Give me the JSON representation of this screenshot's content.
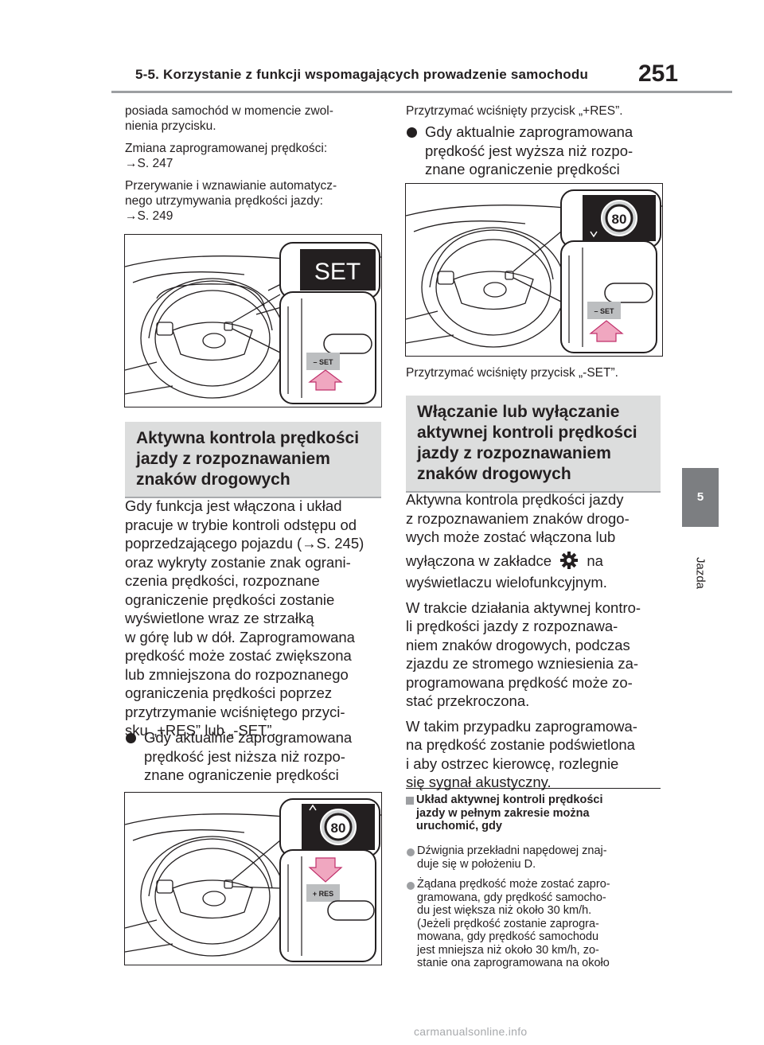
{
  "header": {
    "section_title": "5-5. Korzystanie z funkcji wspomagających prowadzenie samochodu",
    "page_number": "251"
  },
  "side_tab": {
    "number": "5",
    "label": "Jazda"
  },
  "left": {
    "p1": "posiada samochód w momencie zwol-",
    "p1b": "nienia przycisku.",
    "p2a": "Zmiana zaprogramowanej prędkości:",
    "p2b": "→S. 247",
    "p3a": "Przerywanie i wznawianie automatycz-",
    "p3b": "nego utrzymywania prędkości jazdy:",
    "p3c": "→S. 249",
    "fig1_label": "SET",
    "fig1_button": "– SET",
    "heading1": [
      "Aktywna kontrola prędkości",
      "jazdy z rozpoznawaniem",
      "znaków drogowych"
    ],
    "body1": [
      "Gdy funkcja jest włączona i układ",
      "pracuje w trybie kontroli odstępu od",
      "poprzedzającego pojazdu (→S. 245)",
      "oraz wykryty zostanie znak ograni-",
      "czenia prędkości, rozpoznane",
      "ograniczenie prędkości zostanie",
      "wyświetlone wraz ze strzałką",
      "w górę lub w dół. Zaprogramowana",
      "prędkość może zostać zwiększona",
      "lub zmniejszona do rozpoznanego",
      "ograniczenia prędkości poprzez",
      "przytrzymanie wciśniętego przyci-",
      "sku „+RES” lub „-SET”."
    ],
    "bullet1": [
      "Gdy aktualnie zaprogramowana",
      "prędkość jest niższa niż rozpo-",
      "znane ograniczenie prędkości"
    ],
    "fig2_speed": "80",
    "fig2_button": "+ RES"
  },
  "right": {
    "caption1": "Przytrzymać wciśnięty przycisk „+RES”.",
    "bullet2": [
      "Gdy aktualnie zaprogramowana",
      "prędkość jest wyższa niż rozpo-",
      "znane ograniczenie prędkości"
    ],
    "fig3_speed": "80",
    "fig3_button": "– SET",
    "caption2": "Przytrzymać wciśnięty przycisk „-SET”.",
    "heading2": [
      "Włączanie lub wyłączanie",
      "aktywnej kontroli prędkości",
      "jazdy z rozpoznawaniem",
      "znaków drogowych"
    ],
    "body2a": [
      "Aktywna kontrola prędkości jazdy",
      "z rozpoznawaniem znaków drogo-",
      "wych może zostać włączona lub"
    ],
    "body2b_pre": "wyłączona w zakładce",
    "body2b_post": "na",
    "body2c": "wyświetlaczu wielofunkcyjnym.",
    "body3": [
      "W trakcie działania aktywnej kontro-",
      "li prędkości jazdy z rozpoznawa-",
      "niem znaków drogowych, podczas",
      "zjazdu ze stromego wzniesienia za-",
      "programowana prędkość może zo-",
      "stać przekroczona."
    ],
    "body4": [
      "W takim przypadku zaprogramowa-",
      "na prędkość zostanie podświetlona",
      "i aby ostrzec kierowcę, rozlegnie",
      "się sygnał akustyczny."
    ],
    "note_title": [
      "Układ aktywnej kontroli prędkości",
      "jazdy w pełnym zakresie można",
      "uruchomić, gdy"
    ],
    "note_b1": [
      "Dźwignia przekładni napędowej znaj-",
      "duje się w położeniu D."
    ],
    "note_b2": [
      "Żądana prędkość może zostać zapro-",
      "gramowana, gdy prędkość samocho-",
      "du jest większa niż około 30 km/h.",
      "(Jeżeli prędkość zostanie zaprogra-",
      "mowana, gdy prędkość samochodu",
      "jest mniejsza niż około 30 km/h, zo-",
      "stanie ona zaprogramowana na około"
    ]
  },
  "footer": {
    "watermark": "carmanualsonline.info"
  },
  "icons": {
    "gear": "gear-icon",
    "bullet": "bullet-icon",
    "arrow": "arrow-up-icon"
  }
}
